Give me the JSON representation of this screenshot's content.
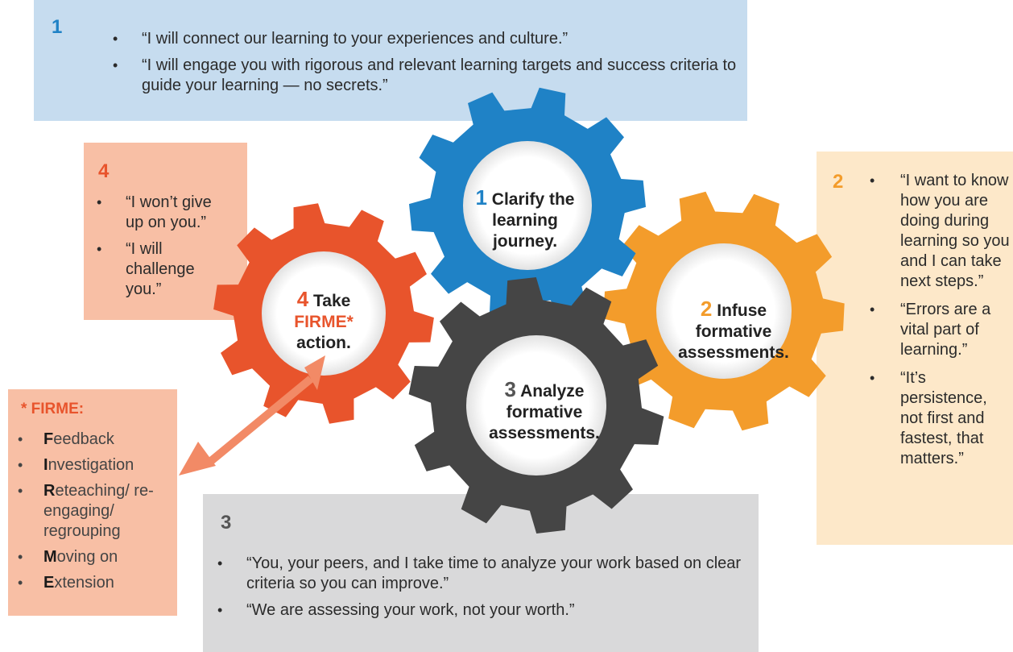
{
  "box1": {
    "number": "1",
    "items": [
      "“I will connect our learning to your experiences and culture.”",
      "“I will engage you with rigorous and relevant learning targets and success criteria to guide your learning — no secrets.”"
    ]
  },
  "box2": {
    "number": "2",
    "items": [
      "“I want to know how you are doing during learning so you and I can take next steps.”",
      "“Errors are a vital part of learning.”",
      "“It’s persistence, not first and fastest, that matters.”"
    ]
  },
  "box3": {
    "number": "3",
    "items": [
      "“You, your peers, and I take time to analyze your work based on clear criteria so you can improve.”",
      "“We are assessing your work, not your worth.”"
    ]
  },
  "box4": {
    "number": "4",
    "items": [
      "“I won’t give up on you.”",
      "“I will challenge you.”"
    ]
  },
  "firme": {
    "title": "* FIRME:",
    "items": [
      {
        "initial": "F",
        "rest": "eedback"
      },
      {
        "initial": "I",
        "rest": "nvestigation"
      },
      {
        "initial": "R",
        "rest": "eteaching/ re-engaging/ regrouping"
      },
      {
        "initial": "M",
        "rest": "oving on"
      },
      {
        "initial": "E",
        "rest": "xtension"
      }
    ]
  },
  "gears": {
    "g1": {
      "number": "1",
      "text": "Clarify the learning journey.",
      "color": "#1f82c6"
    },
    "g2": {
      "number": "2",
      "text": "Infuse formative assessments.",
      "color": "#f39c2b"
    },
    "g3": {
      "number": "3",
      "text": "Analyze formative assessments.",
      "color": "#454545"
    },
    "g4": {
      "number": "4",
      "text_a": "Take",
      "text_firme": "FIRME*",
      "text_b": "action.",
      "color": "#e8542c"
    }
  },
  "arrow_color": "#f28a66"
}
